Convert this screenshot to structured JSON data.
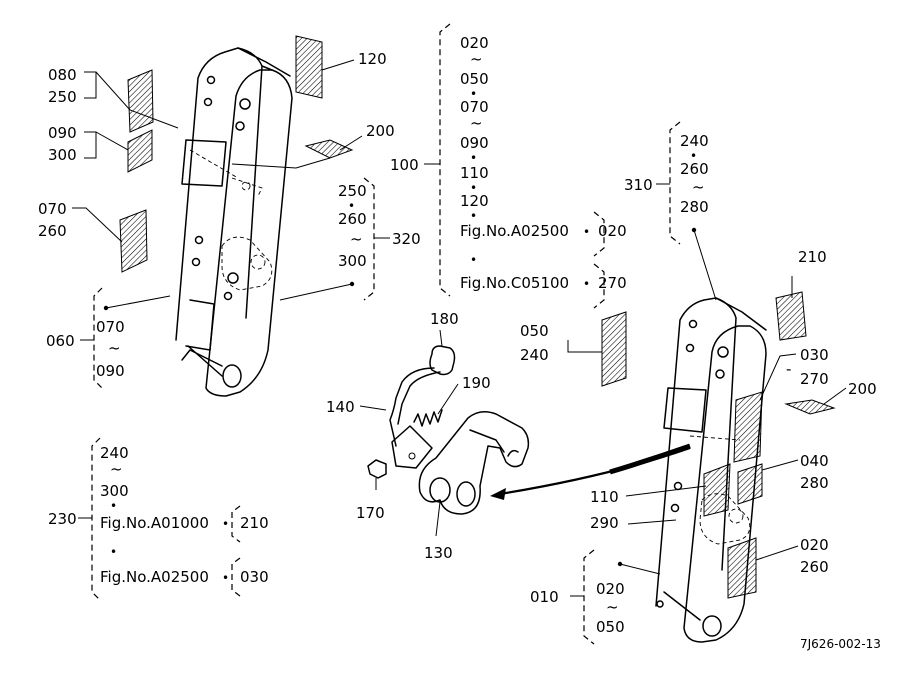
{
  "labels": {
    "p010": "010",
    "p020a": "020",
    "p050a": "050",
    "p020b": "020",
    "p050b": "050",
    "p070a": "070",
    "p090a": "090",
    "p110a": "110",
    "p120a": "120",
    "fig_a02500_a": "Fig.No.A02500",
    "p020c": "020",
    "fig_c05100": "Fig.No.C05100",
    "p270a": "270",
    "p100": "100",
    "p030a": "030",
    "p270b": "270",
    "p040": "040",
    "p280a": "280",
    "p020d": "020",
    "p260a": "260",
    "p050c": "050",
    "p240a": "240",
    "p060": "060",
    "p070b": "070",
    "p090b": "090",
    "p070c": "070",
    "p260b": "260",
    "p080": "080",
    "p250a": "250",
    "p090c": "090",
    "p300a": "300",
    "p110b": "110",
    "p120b": "120",
    "p130": "130",
    "p140": "140",
    "p170": "170",
    "p180": "180",
    "p190": "190",
    "p200a": "200",
    "p200b": "200",
    "p210": "210",
    "p230": "230",
    "p240b": "240",
    "p300b": "300",
    "fig_a01000": "Fig.No.A01000",
    "p210b": "210",
    "fig_a02500_b": "Fig.No.A02500",
    "p030b": "030",
    "p250b": "250",
    "p260c": "260",
    "p300c": "300",
    "p320": "320",
    "p290": "290",
    "p310": "310",
    "p240c": "240",
    "p260d": "260",
    "p280b": "280",
    "drawing_id": "7J626-002-13"
  },
  "glyphs": {
    "tilde": "~",
    "dot": "•"
  }
}
